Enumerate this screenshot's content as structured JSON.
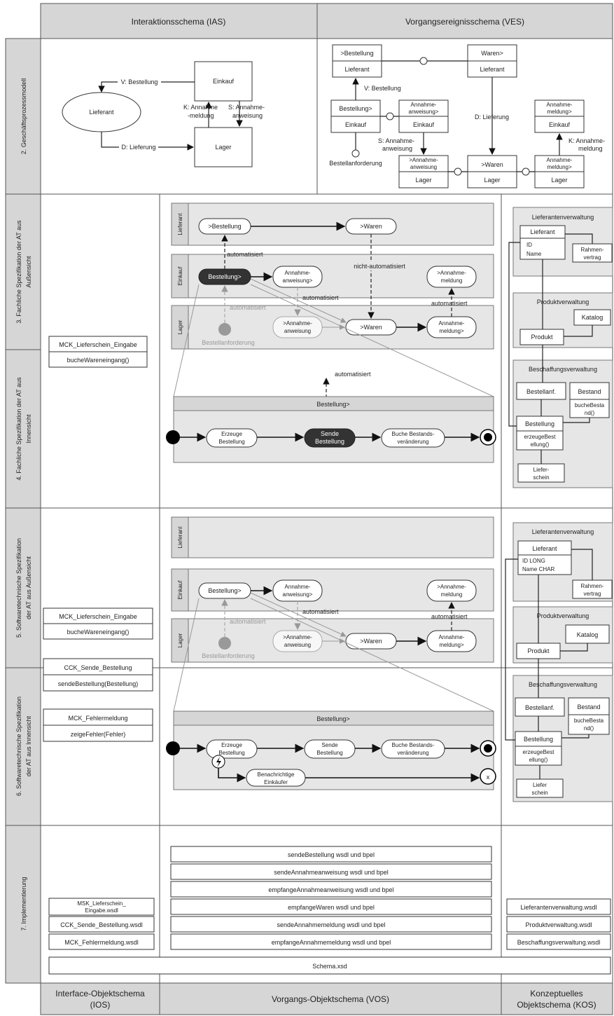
{
  "headers": {
    "top_left": "Interaktionsschema (IAS)",
    "top_right": "Vorgangsereignisschema (VES)",
    "bottom_left": "Interface-Objektschema\n(IOS)",
    "bottom_middle": "Vorgangs-Objektschema (VOS)",
    "bottom_right": "Konzeptuelles\nObjektschema (KOS)"
  },
  "rows": {
    "r2": "2. Geschäftsprozessmodell",
    "r3a": "3. Fachliche Spezifikation der AT aus",
    "r3b": "Außensicht",
    "r4a": "4. Fachliche Spezifikation der AT aus",
    "r4b": "Innensicht",
    "r5a": "5. Softwaretechnische Spezifikation",
    "r5b": "der AT aus Außensicht",
    "r6a": "6. Softwaretechnische Spezifikation",
    "r6b": "der AT aus Innensicht",
    "r7": "7. Implementierung"
  },
  "ias": {
    "lieferant": "Lieferant",
    "einkauf": "Einkauf",
    "lager": "Lager",
    "v_bestellung": "V: Bestellung",
    "d_lieferung": "D: Lieferung",
    "k_annahme": [
      "K: Annahme",
      "-meldung"
    ],
    "s_annahme": [
      "S: Annahme-",
      "anweisung"
    ]
  },
  "ves": {
    "bestellung_in": ">Bestellung",
    "lieferant": "Lieferant",
    "waren_out": "Waren>",
    "lieferant2": "Lieferant",
    "v_bestellung": "V: Bestellung",
    "bestellung_out": "Bestellung>",
    "einkauf": "Einkauf",
    "annahmeanweisung_out": [
      "Annahme-",
      "anweisung>"
    ],
    "einkauf2": "Einkauf",
    "d_lieferung": "D: Lieferung",
    "annahmemeldung_in": [
      "Annahme-",
      "meldung>"
    ],
    "einkauf3": "Einkauf",
    "k_annahmemeldung": [
      "K: Annahme-",
      "meldung"
    ],
    "s_annahmeanweisung": [
      "S: Annahme-",
      "anweisung"
    ],
    "bestellanforderung": "Bestellanforderung",
    "annahmeanweisung_in": [
      ">Annahme-",
      "anweisung"
    ],
    "lager1": "Lager",
    "waren_in": ">Waren",
    "lager2": "Lager",
    "annahmemeldung_out": [
      "Annahme-",
      "meldung>"
    ],
    "lager3": "Lager"
  },
  "swim": {
    "lane_lieferant": "Lieferant",
    "lane_einkauf": "Einkauf",
    "lane_lager": "Lager",
    "bestellung_in": ">Bestellung",
    "waren_in": ">Waren",
    "bestellung_out": "Bestellung>",
    "annahmeanweisung_out": [
      "Annahme-",
      "anweisung>"
    ],
    "annahmemeldung_in": [
      ">Annahme-",
      "meldung"
    ],
    "annahmeanweisung_in": [
      ">Annahme-",
      "anweisung"
    ],
    "waren_in2": ">Waren",
    "annahmemeldung_out": [
      "Annahme-",
      "meldung>"
    ],
    "bestellanforderung": "Bestellanforderung",
    "automatisiert": "automatisiert",
    "nicht_automatisiert": "nicht-automatisiert"
  },
  "inner": {
    "title": "Bestellung>",
    "erzeuge": [
      "Erzeuge",
      "Bestellung"
    ],
    "sende": [
      "Sende",
      "Bestellung"
    ],
    "buche": [
      "Buche Bestands-",
      "veränderung"
    ],
    "benachrichtige": [
      "Benachrichtige",
      "Einkäufer"
    ],
    "automatisiert": "automatisiert",
    "cancel": "x"
  },
  "ios": {
    "mck_lieferschein": "MCK_Lieferschein_Eingabe",
    "buche_wareneingang": "bucheWareneingang()",
    "cck_sende": "CCK_Sende_Bestellung",
    "sende_bestellung": "sendeBestellung(Bestellung)",
    "mck_fehler": "MCK_Fehlermeldung",
    "zeige_fehler": "zeigeFehler(Fehler)"
  },
  "kos": {
    "lieferantenverwaltung": "Lieferantenverwaltung",
    "lieferant": "Lieferant",
    "id": "ID",
    "name": "Name",
    "id_long": "ID LONG",
    "name_char": "Name CHAR",
    "rahmen": [
      "Rahmen-",
      "vertrag"
    ],
    "produktverwaltung": "Produktverwaltung",
    "katalog": "Katalog",
    "produkt": "Produkt",
    "beschaffungsverwaltung": "Beschaffungsverwaltung",
    "bestellanf": "Bestellanf.",
    "bestand": "Bestand",
    "buche_bestand": [
      "bucheBesta",
      "nd()"
    ],
    "bestellung": "Bestellung",
    "erzeuge_bestellung": [
      "erzeugeBest",
      "ellung()"
    ],
    "lieferschein": [
      "Liefer-",
      "schein"
    ],
    "lieferschein2": [
      "Liefer",
      "schein"
    ]
  },
  "impl": {
    "ios": [
      "MSK_Lieferschein_",
      "Eingabe.wsdl",
      "CCK_Sende_Bestellung.wsdl",
      "MCK_Fehlermeldung.wsdl"
    ],
    "vos": [
      "sendeBestellung wsdl und bpel",
      "sendeAnnahmeanweisung wsdl und bpel",
      "empfangeAnnahmeanweisung wsdl und bpel",
      "empfangeWaren wsdl und bpel",
      "sendeAnnahmemeldung wsdl und bpel",
      "empfangeAnnahmemeldung wsdl und bpel"
    ],
    "kos": [
      "Lieferantenverwaltung.wsdl",
      "Produktverwaltung.wsdl",
      "Beschaffungsverwaltung.wsdl"
    ],
    "schema": "Schema.xsd"
  }
}
